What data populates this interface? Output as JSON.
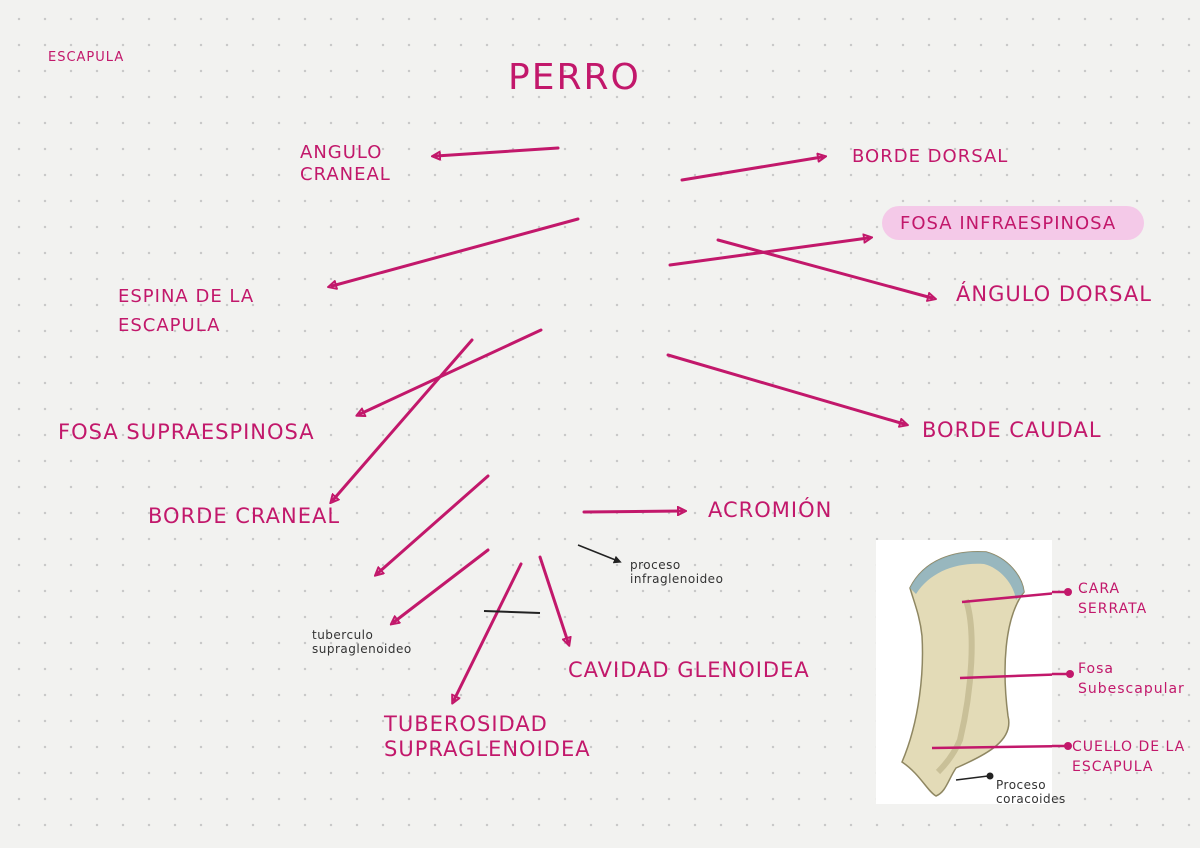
{
  "header": {
    "label": "ESCAPULA",
    "title": "PERRO"
  },
  "labels": {
    "angulo_craneal": "ANGULO\nCRANEAL",
    "borde_dorsal": "BORDE DORSAL",
    "fosa_infraespinosa": "FOSA INFRAESPINOSA",
    "angulo_dorsal": "ÁNGULO DORSAL",
    "espina": "ESPINA DE LA\nESCAPULA",
    "fosa_supraespinosa": "FOSA SUPRAESPINOSA",
    "borde_caudal": "BORDE CAUDAL",
    "borde_craneal": "BORDE CRANEAL",
    "acromion": "ACROMIÓN",
    "proceso_infraglenoideo": "proceso\ninfraglenoideo",
    "tuberculo_supraglenoideo": "tuberculo\nsupraglenoideo",
    "cavidad_glenoidea": "CAVIDAD GLENOIDEA",
    "tuberosidad_supraglenoidea": "TUBEROSIDAD\nSUPRAGLENOIDEA"
  },
  "photo_labels": {
    "cara_serrata": "CARA\nSERRATA",
    "fosa_subescapular": "Fosa\nSubescapular",
    "cuello": "CUELLO DE LA\nESCAPULA",
    "proceso_coracoides": "Proceso\ncoracoides"
  },
  "colors": {
    "ink": "#c2186b",
    "highlight": "#f4c9e8",
    "bone": "#e3dbb7",
    "cartilage": "#8fb3bf"
  }
}
